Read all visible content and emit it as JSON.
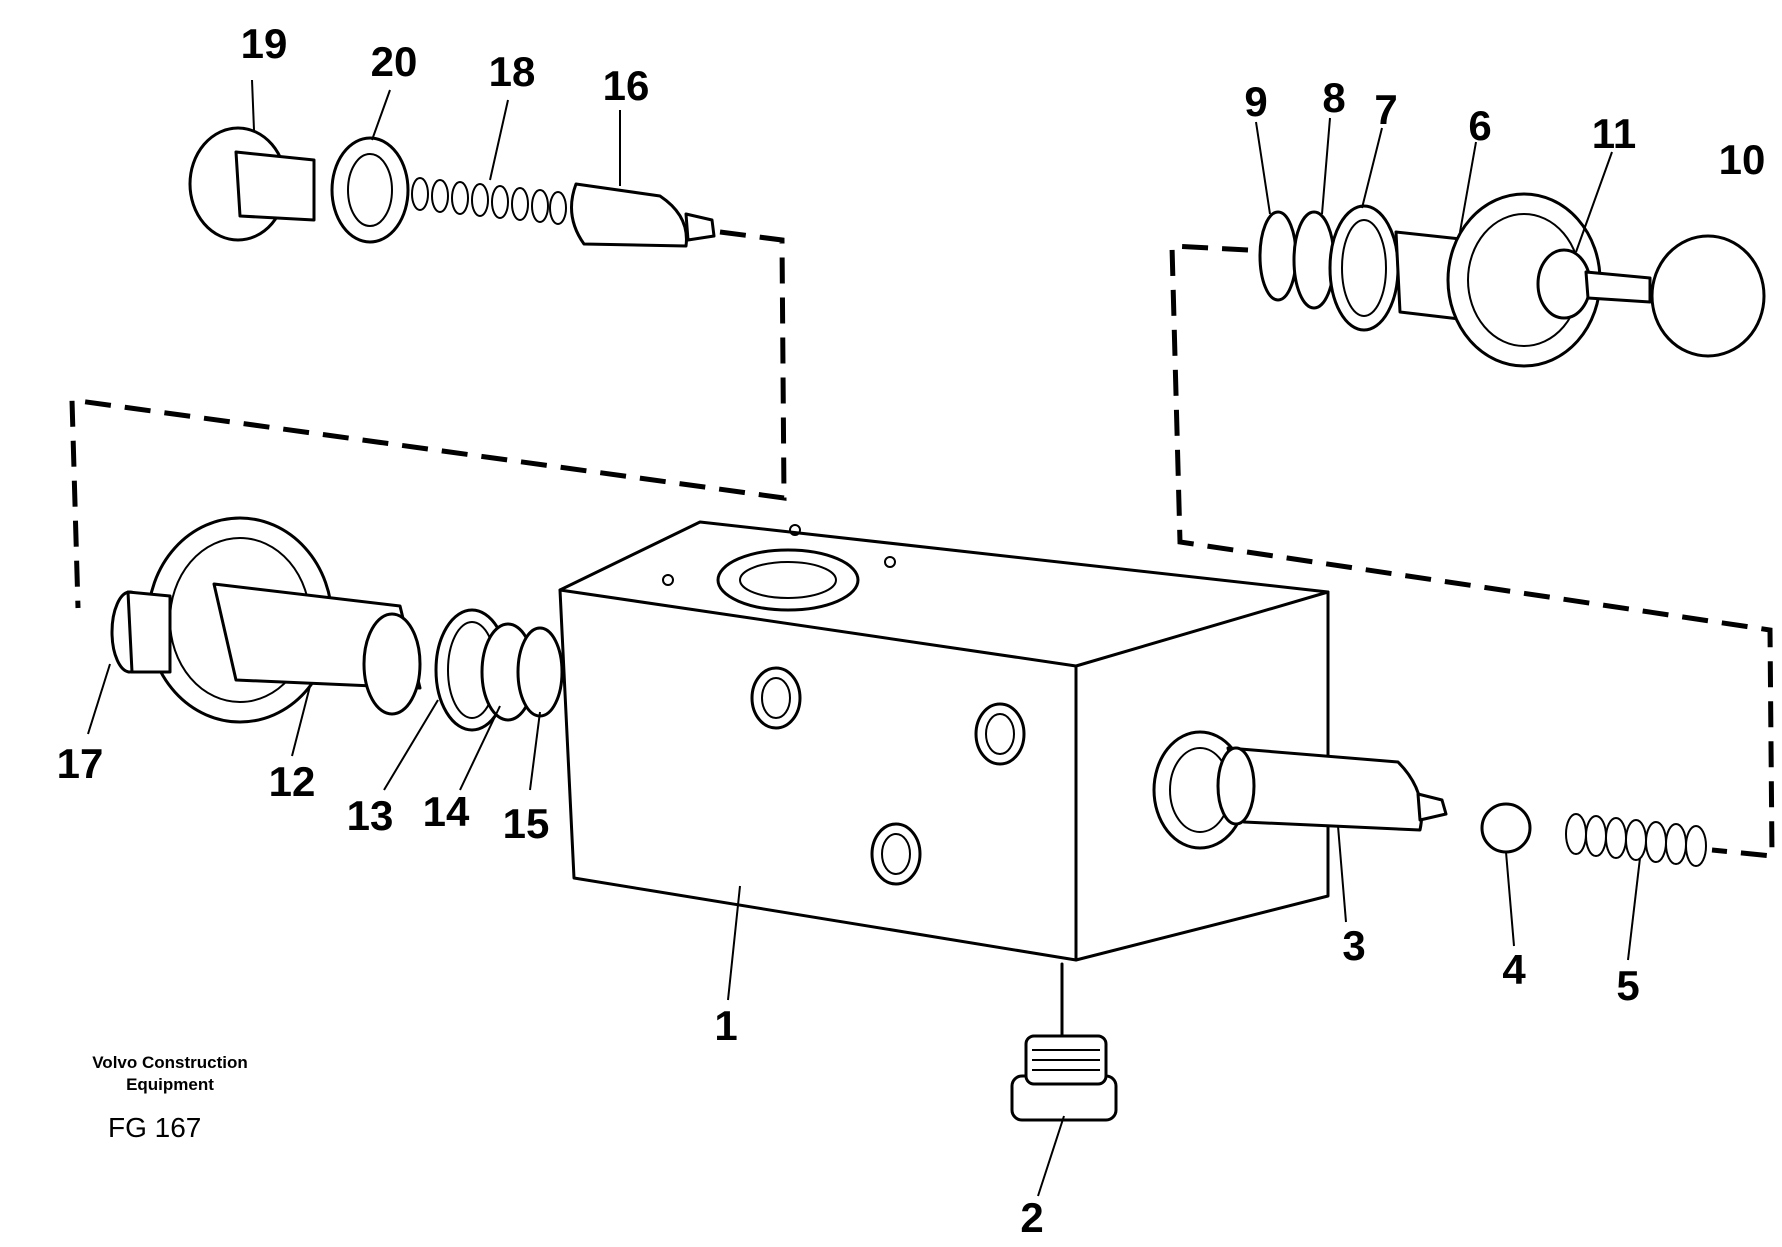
{
  "callouts": {
    "c1": "1",
    "c2": "2",
    "c3": "3",
    "c4": "4",
    "c5": "5",
    "c6": "6",
    "c7": "7",
    "c8": "8",
    "c9": "9",
    "c10": "10",
    "c11": "11",
    "c12": "12",
    "c13": "13",
    "c14": "14",
    "c15": "15",
    "c16": "16",
    "c17": "17",
    "c18": "18",
    "c19": "19",
    "c20": "20"
  },
  "caption": {
    "maker_line1": "Volvo Construction",
    "maker_line2": "Equipment",
    "figure_code": "FG 167"
  }
}
